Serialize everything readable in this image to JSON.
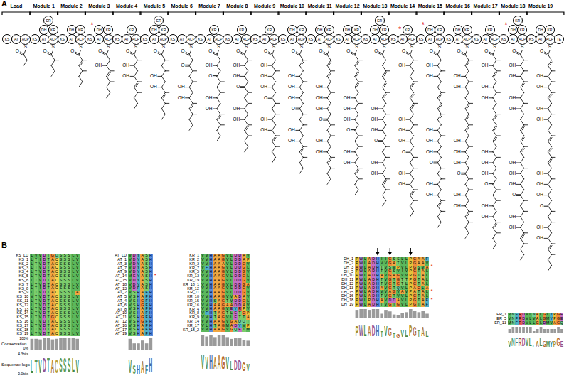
{
  "diagram": {
    "nodes": [
      {
        "text": [
          "KS"
        ]
      },
      {
        "text": [
          "AT"
        ]
      },
      {
        "text": [
          "ACP"
        ]
      },
      {
        "text": [
          "KS"
        ]
      },
      {
        "text": [
          "AT"
        ]
      },
      {
        "text": [
          "ER"
        ]
      },
      {
        "text": [
          "DH"
        ]
      },
      {
        "text": [
          "KR"
        ]
      },
      {
        "text": [
          "ACP"
        ]
      },
      {
        "text": [
          "KS"
        ]
      },
      {
        "text": [
          "AT"
        ]
      },
      {
        "text": [
          "DH"
        ]
      },
      {
        "text": [
          "KR"
        ]
      },
      {
        "text": [
          "ACP"
        ]
      },
      {
        "text": [
          "KS"
        ]
      },
      {
        "text": [
          "AT"
        ]
      },
      {
        "text": [
          "DH"
        ]
      },
      {
        "text": [
          "KR"
        ]
      },
      {
        "text": [
          "ACP"
        ]
      },
      {
        "text": [
          "KS"
        ]
      },
      {
        "text": [
          "AT"
        ]
      },
      {
        "text": [
          "KR"
        ]
      },
      {
        "text": [
          "ACP"
        ]
      },
      {
        "text": [
          "KS"
        ]
      },
      {
        "text": [
          "AT"
        ]
      },
      {
        "text": [
          "ER"
        ]
      },
      {
        "text": [
          "DH"
        ]
      },
      {
        "text": [
          "KR"
        ]
      },
      {
        "text": [
          "ACP"
        ]
      },
      {
        "text": [
          "KS"
        ]
      },
      {
        "text": [
          "AT"
        ]
      },
      {
        "text": [
          "ACP"
        ]
      },
      {
        "text": [
          "KS"
        ]
      },
      {
        "text": [
          "AT"
        ]
      },
      {
        "text": [
          "KR"
        ]
      },
      {
        "text": [
          "ACP"
        ]
      },
      {
        "text": [
          "KS"
        ]
      },
      {
        "text": [
          "AT"
        ]
      },
      {
        "text": [
          "KR"
        ]
      },
      {
        "text": [
          "ACP"
        ]
      },
      {
        "text": [
          "KS"
        ]
      },
      {
        "text": [
          "AT"
        ]
      },
      {
        "text": [
          "KR"
        ]
      },
      {
        "text": [
          "ACP"
        ]
      },
      {
        "text": [
          "KS"
        ]
      },
      {
        "text": [
          "AT"
        ]
      },
      {
        "text": [
          "DH"
        ]
      },
      {
        "text": [
          "KR"
        ]
      },
      {
        "text": [
          "ACP"
        ]
      },
      {
        "text": [
          "KS"
        ]
      },
      {
        "text": [
          "AT"
        ]
      },
      {
        "text": [
          "DH"
        ]
      },
      {
        "text": [
          "KR"
        ]
      },
      {
        "text": [
          "ACP"
        ]
      },
      {
        "text": [
          "KS"
        ]
      },
      {
        "text": [
          "AT"
        ]
      },
      {
        "text": [
          "DH"
        ]
      },
      {
        "text": [
          "KR"
        ]
      },
      {
        "text": [
          "ACP"
        ]
      },
      {
        "text": [
          "KS"
        ]
      },
      {
        "text": [
          "AT"
        ]
      },
      {
        "text": [
          "ER"
        ]
      },
      {
        "text": [
          "DH"
        ]
      },
      {
        "text": [
          "KR"
        ]
      },
      {
        "text": [
          "ACP"
        ]
      },
      {
        "text": [
          "KS"
        ]
      },
      {
        "text": [
          "AT"
        ]
      },
      {
        "text": [
          "KR"
        ]
      },
      {
        "text": [
          "ACP"
        ]
      },
      {
        "text": [
          "KS"
        ]
      },
      {
        "text": [
          "AT"
        ]
      },
      {
        "text": [
          "DH"
        ]
      },
      {
        "text": [
          "KR"
        ]
      },
      {
        "text": [
          "ACP"
        ]
      },
      {
        "text": [
          "KS"
        ]
      },
      {
        "text": [
          "AT"
        ]
      },
      {
        "text": [
          "DH"
        ]
      },
      {
        "text": [
          "KR"
        ]
      },
      {
        "text": [
          "ACP"
        ]
      },
      {
        "text": [
          "KS"
        ]
      },
      {
        "text": [
          "AT"
        ]
      },
      {
        "text": [
          "KR"
        ]
      },
      {
        "text": [
          "ACP"
        ]
      },
      {
        "text": [
          "KS"
        ]
      },
      {
        "text": [
          "AT"
        ]
      },
      {
        "text": [
          "KR"
        ]
      },
      {
        "text": [
          "DH"
        ]
      },
      {
        "text": [
          "KR"
        ]
      },
      {
        "text": [
          "ACP"
        ]
      },
      {
        "text": [
          "KS"
        ]
      },
      {
        "text": [
          "AT"
        ]
      },
      {
        "text": [
          "DH"
        ]
      },
      {
        "text": [
          "KR"
        ]
      },
      {
        "text": [
          "ACP"
        ]
      },
      {
        "text": [
          "TE"
        ]
      }
    ],
    "labels": [
      "A",
      "Load",
      "Module 1",
      "Module 2",
      "Module 3",
      "Module 4",
      "Module 5",
      "Module 6",
      "Module 7",
      "Module 8",
      "Module 9",
      "Module 10",
      "Module 11",
      "Module 12",
      "Module 13",
      "Module 14",
      "Module 15",
      "Module 16",
      "Module 17",
      "Module 18",
      "Module 19",
      "*",
      "*",
      "*",
      "*",
      "S",
      "O",
      "S",
      "O",
      "S",
      "O",
      "S",
      "O",
      "OH",
      "S",
      "O",
      "OH",
      "OH",
      "S",
      "O",
      "OH",
      "OH",
      "S",
      "O",
      "O",
      "OH",
      "OH",
      "S",
      "O",
      "OH",
      "O",
      "OH",
      "OH",
      "S",
      "O",
      "OH",
      "OH",
      "O",
      "OH",
      "OH",
      "S",
      "O",
      "OH",
      "OH",
      "OH",
      "O",
      "OH",
      "OH",
      "S",
      "O",
      "OH",
      "OH",
      "OH",
      "O",
      "OH",
      "OH",
      "S",
      "O",
      "OH",
      "OH",
      "OH",
      "O",
      "OH",
      "OH",
      "S",
      "O",
      "OH",
      "OH",
      "OH",
      "O",
      "OH",
      "OH",
      "S",
      "O",
      "OH",
      "OH",
      "OH",
      "O",
      "OH",
      "OH",
      "S",
      "O",
      "OH",
      "OH",
      "OH",
      "OH",
      "O",
      "OH",
      "OH",
      "S",
      "O",
      "OH",
      "OH",
      "OH",
      "OH",
      "OH",
      "O",
      "OH",
      "OH",
      "S",
      "O",
      "OH",
      "OH",
      "OH",
      "OH",
      "OH",
      "O",
      "OH",
      "OH",
      "S",
      "O",
      "OH",
      "OH",
      "OH",
      "OH",
      "OH",
      "OH",
      "O",
      "OH",
      "OH",
      "S",
      "O",
      "OH",
      "OH",
      "OH",
      "OH",
      "OH",
      "OH",
      "OH",
      "O",
      "OH",
      "OH",
      "S",
      "O",
      "OH",
      "OH",
      "OH",
      "OH",
      "OH",
      "OH",
      "OH",
      "O",
      "OH",
      "OH",
      "B",
      "KS_LD",
      "LVVDTGQSSSLV",
      "KS_1",
      "LTIDTACSSSLV",
      "KS_2",
      "LTVDTACSSSLV",
      "KS_3",
      "LTVDTACSSSLV",
      "KS_4",
      "LTVDTACSSSLV",
      "KS_5",
      "LTVDTACSSSLV",
      "KS_6",
      "LTVDTACSSSLV",
      "KS_7",
      "LTVDTACSSSLV",
      "KS_8",
      "LTIDTACSSSLV",
      "KS_9",
      "LTVDTACSSSLA",
      "KS_10",
      "VTVDTACSSSLV",
      "KS_11",
      "LTVDTACSSSLV",
      "KS_12",
      "LTVDTACSSSLV",
      "KS_13",
      "LTVDTACSSSLV",
      "KS_14",
      "LTVDTACSSSLV",
      "KS_15",
      "LTVDTGCSSSLV",
      "KS_16",
      "LTVDTACSSSLV",
      "KS_17",
      "LTVDTACSSSLV",
      "KS_18",
      "LTVDTACSSSLV",
      "KS_19",
      "LTVDTACSSSLV",
      "LTVDTACSSSLV",
      "100%",
      "Conservation",
      "0%",
      "4.3bits",
      "Sequence logo",
      "0.0bits",
      "AT_LD",
      "VDYASH",
      "AT_1",
      "VDYASH",
      "AT_3",
      "VDYASH",
      "AT_7",
      "VDYASH",
      "AT_9",
      "VDYASH",
      "AT_14",
      "MEYASH",
      "AT_15",
      "VDYASH",
      "AT_18",
      "VDYASH",
      "AT_13",
      "VDFASH",
      "AT_2",
      "VSHAFH",
      "AT_5",
      "VSHAFH",
      "AT_4",
      "VSHGFH",
      "AT_6",
      "VSHGFH",
      "AT_8",
      "VSHAFH",
      "AT_10",
      "VSHAFH",
      "AT_11",
      "VSHGFH",
      "AT_12",
      "VSHGFH",
      "AT_16",
      "VSHAFH",
      "AT_17",
      "VSHAFH",
      "AT_19",
      "VSHAFH",
      "VSHAFH",
      "*",
      "KR_1",
      "VVHAAGVLDDAV",
      "KR_2",
      "VVHAAGVLDDAP",
      "KR_3",
      "VVHAAAVLDDGV",
      "KR_7",
      "VFHAAGVLDDGL",
      "KR_5",
      "VVHAAGVLDDGV",
      "KR_13",
      "VVHAAGVLDDGL",
      "KR_19",
      "VVHAAGVLDDGV",
      "KR_18_1",
      "VVHAAGVLDDGA",
      "KR_12",
      "VVHAAGVLDDGV",
      "KR_11",
      "VVHAAGVLDDGV",
      "KR_10",
      "VVHAAGVVADAV",
      "KR_15",
      "VVHSAGTVDDGL",
      "KR_16",
      "VVHAAGAADDAV",
      "KR_4",
      "VVHAAGVEYRPV",
      "KR_8",
      "VFHTAGTLETGP",
      "KR_9",
      "VVHTAGVLETTA",
      "KR_14",
      "VVHAAGVGAQQT",
      "KR_17",
      "VLHTAGMADYVP",
      "KR_18_2",
      "VVHAAGVGQETM",
      "VVHAAGVLDDGV",
      "DH_1",
      "PWLADHIIGSSLLPGAAF",
      "DH_2",
      "PWLADHVVGATVLPGAAV",
      "DH_3",
      "AWLADHTVSVPVLPGSVA",
      "DH_5",
      "PWLADHTVGSVIVPGTAL",
      "DH_10",
      "PWLADHAVGAGVVPGTAL",
      "DH_11",
      "PWLADHTVGTGTTPGTAL",
      "DH_12",
      "PWLADHTVGTGTLPGTAL",
      "DH_13",
      "PWLADHAVGTQVLPAGLA",
      "DH_15",
      "PWLADHVVAGVAVPATAL",
      "DH_16",
      "PWLADHTVGTVVLPGTAL",
      "DH_18",
      "PWLPDHAVDDAVLPGTAF",
      "DH_19",
      "PWLADHTVGTGVLPGTAF",
      "PWLADHTVGTGVLPGTAL",
      "*",
      "*",
      "*",
      "ER_1",
      "VNFRDVLNALGLYPGE",
      "ER_5",
      "VNFRDVLVALGMYPGE",
      "ER_13",
      "MNFRDVLLGLDMVAGQ",
      "VNFRDVLLALGMYPGE"
    ]
  }
}
